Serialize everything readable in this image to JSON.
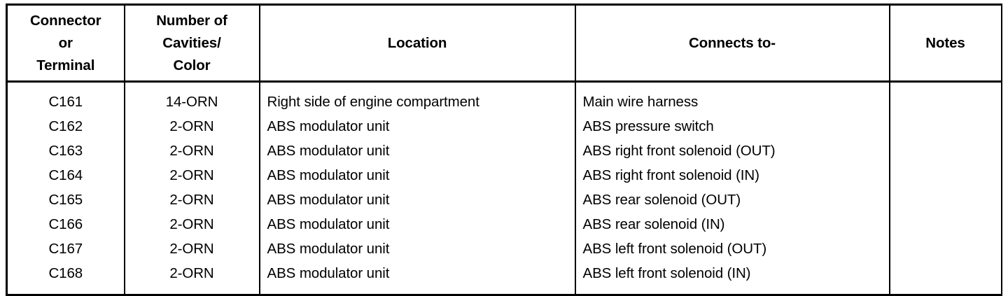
{
  "table": {
    "name": "connector-terminal-reference-table",
    "columns": [
      {
        "key": "terminal",
        "label": "Connector\nor\nTerminal",
        "label_lines": [
          "Connector",
          "or",
          "Terminal"
        ],
        "align": "center"
      },
      {
        "key": "cavities",
        "label": "Number of\nCavities/\nColor",
        "label_lines": [
          "Number of",
          "Cavities/",
          "Color"
        ],
        "align": "center"
      },
      {
        "key": "location",
        "label": "Location",
        "label_lines": [
          "Location"
        ],
        "align": "left"
      },
      {
        "key": "connects_to",
        "label": "Connects to-",
        "label_lines": [
          "Connects to-"
        ],
        "align": "left"
      },
      {
        "key": "notes",
        "label": "Notes",
        "label_lines": [
          "Notes"
        ],
        "align": "left"
      }
    ],
    "rows": [
      {
        "terminal": "C161",
        "cavities": "14-ORN",
        "location": "Right side of engine compartment",
        "connects_to": "Main wire harness",
        "notes": ""
      },
      {
        "terminal": "C162",
        "cavities": "2-ORN",
        "location": "ABS modulator unit",
        "connects_to": "ABS pressure switch",
        "notes": ""
      },
      {
        "terminal": "C163",
        "cavities": "2-ORN",
        "location": "ABS modulator unit",
        "connects_to": "ABS right front solenoid (OUT)",
        "notes": ""
      },
      {
        "terminal": "C164",
        "cavities": "2-ORN",
        "location": "ABS modulator unit",
        "connects_to": "ABS right front solenoid (IN)",
        "notes": ""
      },
      {
        "terminal": "C165",
        "cavities": "2-ORN",
        "location": "ABS modulator unit",
        "connects_to": "ABS rear solenoid (OUT)",
        "notes": ""
      },
      {
        "terminal": "C166",
        "cavities": "2-ORN",
        "location": "ABS modulator unit",
        "connects_to": "ABS rear solenoid (IN)",
        "notes": ""
      },
      {
        "terminal": "C167",
        "cavities": "2-ORN",
        "location": "ABS modulator unit",
        "connects_to": "ABS left front solenoid (OUT)",
        "notes": ""
      },
      {
        "terminal": "C168",
        "cavities": "2-ORN",
        "location": "ABS modulator unit",
        "connects_to": "ABS left front solenoid (IN)",
        "notes": ""
      }
    ]
  },
  "style": {
    "page_background": "#ffffff",
    "text_color": "#000000",
    "rule_color": "#000000"
  }
}
